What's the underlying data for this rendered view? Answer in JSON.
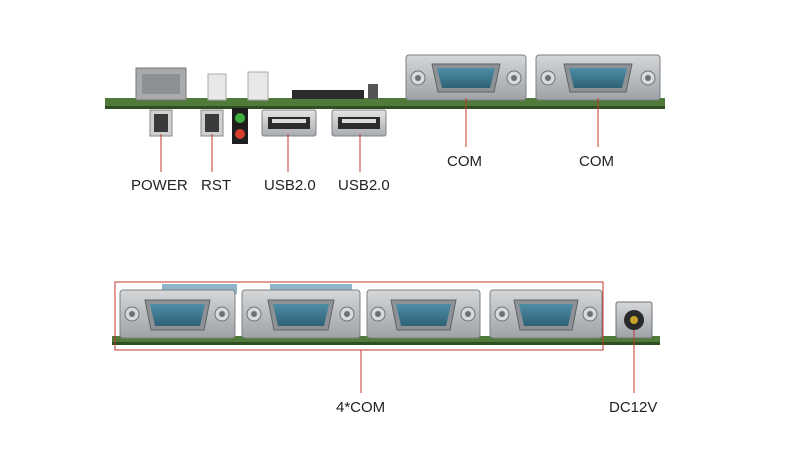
{
  "labels": {
    "power": "POWER",
    "rst": "RST",
    "usb_left": "USB2.0",
    "usb_right": "USB2.0",
    "com_top_left": "COM",
    "com_top_right": "COM",
    "com_group": "4*COM",
    "dc": "DC12V"
  },
  "colors": {
    "pcb_green": "#4f7a3a",
    "metal": "#b9bcbf",
    "port_blue": "#3d7a92",
    "callout_red": "#c0392b"
  }
}
